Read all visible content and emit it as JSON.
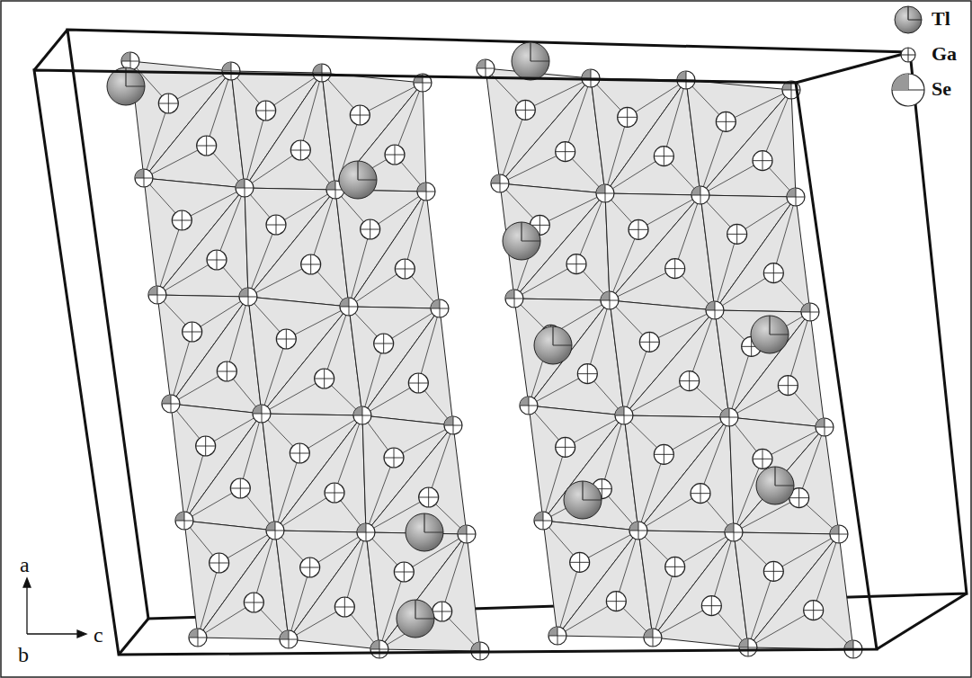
{
  "diagram": {
    "labels": [
      "a",
      "b",
      "c"
    ],
    "legend": [
      {
        "text": "Tl"
      },
      {
        "text": "Ga"
      },
      {
        "text": "Se"
      }
    ]
  }
}
